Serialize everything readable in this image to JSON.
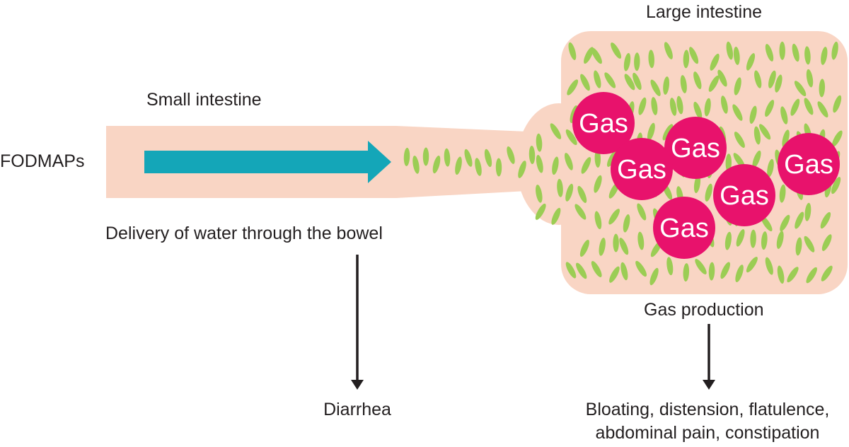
{
  "labels": {
    "input": "FODMAPs",
    "small_intestine": "Small intestine",
    "large_intestine": "Large intestine",
    "water_delivery": "Delivery of water through the bowel",
    "gas_production": "Gas production",
    "outcome_left": "Diarrhea",
    "outcome_right_line1": "Bloating, distension, flatulence,",
    "outcome_right_line2": "abdominal pain, constipation"
  },
  "gas_bubbles": [
    "Gas",
    "Gas",
    "Gas",
    "Gas",
    "Gas",
    "Gas"
  ],
  "colors": {
    "intestine": "#f9d5c4",
    "arrow": "#14a6b8",
    "bacteria": "#9bcd54",
    "gas": "#e8126c",
    "text": "#231f20"
  }
}
